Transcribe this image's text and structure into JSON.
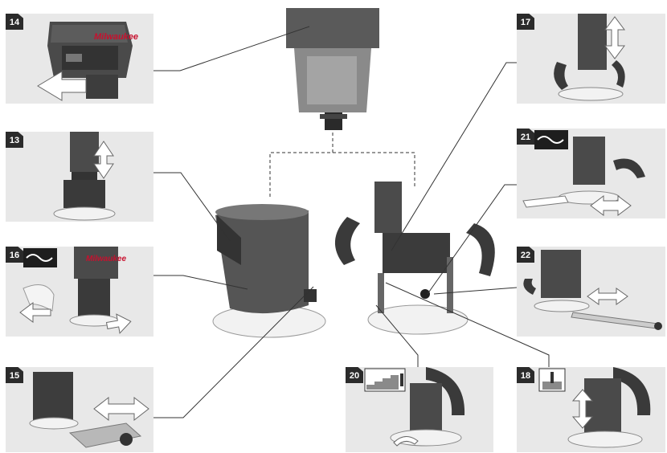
{
  "panels": [
    {
      "id": "14",
      "label": "14"
    },
    {
      "id": "13",
      "label": "13"
    },
    {
      "id": "16",
      "label": "16"
    },
    {
      "id": "15",
      "label": "15"
    },
    {
      "id": "17",
      "label": "17"
    },
    {
      "id": "21",
      "label": "21"
    },
    {
      "id": "22",
      "label": "22"
    },
    {
      "id": "20",
      "label": "20"
    },
    {
      "id": "18",
      "label": "18"
    }
  ],
  "brand": "Milwaukee",
  "colors": {
    "panel_bg": "#e8e8e8",
    "tag_bg": "#2b2b2b",
    "tool_dark": "#3a3a3a",
    "tool_mid": "#6b6b6b",
    "base_plate": "#f2f2f2",
    "arrow_fill": "#ffffff"
  }
}
